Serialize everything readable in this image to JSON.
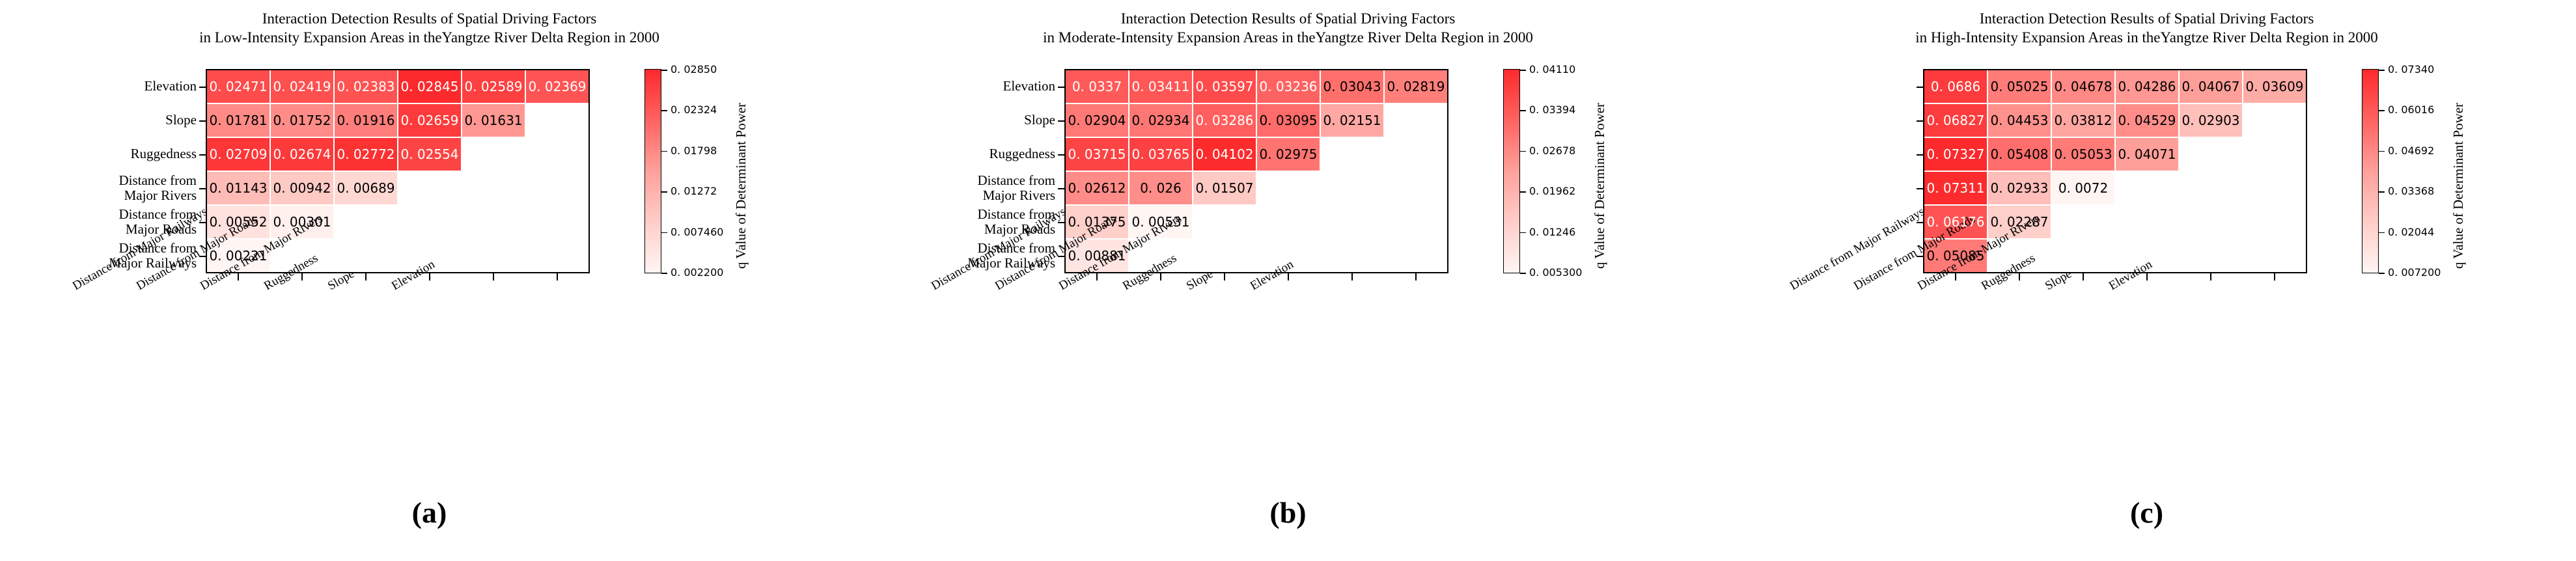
{
  "figure": {
    "panels": [
      {
        "caption": "(a)",
        "title_line1": "Interaction Detection Results of Spatial Driving Factors",
        "title_line2": "in Low-Intensity Expansion Areas in theYangtze River Delta Region in 2000",
        "row_labels": [
          "Elevation",
          "Slope",
          "Ruggedness",
          "Distance from|Major Rivers",
          "Distance from|Major Roads",
          "Distance from|Major Railways"
        ],
        "col_labels": [
          "Distance from Major Railways",
          "Distance from Major Roads",
          "Distance from Major Rivers",
          "Ruggedness",
          "Slope",
          "Elevation"
        ],
        "colorbar": {
          "title": "q Value of Determinant Power",
          "ticks": [
            "0. 02850",
            "0. 02324",
            "0. 01798",
            "0. 01272",
            "0. 007460",
            "0. 002200"
          ],
          "vmin": 0.0022,
          "vmax": 0.0285
        },
        "chart_data": {
          "type": "heatmap",
          "title": "Interaction Detection Results of Spatial Driving Factors in Low-Intensity Expansion Areas in theYangtze River Delta Region in 2000",
          "xlabel": "",
          "ylabel": "",
          "colorbar_label": "q Value of Determinant Power",
          "x": [
            "Distance from Major Railways",
            "Distance from Major Roads",
            "Distance from Major Rivers",
            "Ruggedness",
            "Slope",
            "Elevation"
          ],
          "y": [
            "Elevation",
            "Slope",
            "Ruggedness",
            "Distance from Major Rivers",
            "Distance from Major Roads",
            "Distance from Major Railways"
          ],
          "zmin": 0.0022,
          "zmax": 0.0285,
          "rows": [
            {
              "label": "Elevation",
              "values": [
                0.02471,
                0.02419,
                0.02383,
                0.02845,
                0.02589,
                0.02369
              ],
              "text": [
                "0. 02471",
                "0. 02419",
                "0. 02383",
                "0. 02845",
                "0. 02589",
                "0. 02369"
              ]
            },
            {
              "label": "Slope",
              "values": [
                0.01781,
                0.01752,
                0.01916,
                0.02659,
                0.01631
              ],
              "text": [
                "0. 01781",
                "0. 01752",
                "0. 01916",
                "0. 02659",
                "0. 01631"
              ]
            },
            {
              "label": "Ruggedness",
              "values": [
                0.02709,
                0.02674,
                0.02772,
                0.02554
              ],
              "text": [
                "0. 02709",
                "0. 02674",
                "0. 02772",
                "0. 02554"
              ]
            },
            {
              "label": "Distance from Major Rivers",
              "values": [
                0.01143,
                0.00942,
                0.00689
              ],
              "text": [
                "0. 01143",
                "0. 00942",
                "0. 00689"
              ]
            },
            {
              "label": "Distance from Major Roads",
              "values": [
                0.00552,
                0.00301
              ],
              "text": [
                "0. 00552",
                "0. 00301"
              ]
            },
            {
              "label": "Distance from Major Railways",
              "values": [
                0.00221
              ],
              "text": [
                "0. 00221"
              ]
            }
          ]
        }
      },
      {
        "caption": "(b)",
        "title_line1": "Interaction Detection Results of Spatial Driving Factors",
        "title_line2": "in Moderate-Intensity Expansion Areas in theYangtze River Delta Region in 2000",
        "row_labels": [
          "Elevation",
          "Slope",
          "Ruggedness",
          "Distance from|Major Rivers",
          "Distance from|Major Roads",
          "Distance from|Major Railways"
        ],
        "col_labels": [
          "Distance from Major Railways",
          "Distance from Major Roads",
          "Distance from Major Rivers",
          "Ruggedness",
          "Slope",
          "Elevation"
        ],
        "colorbar": {
          "title": "q Value of Determinant Power",
          "ticks": [
            "0. 04110",
            "0. 03394",
            "0. 02678",
            "0. 01962",
            "0. 01246",
            "0. 005300"
          ],
          "vmin": 0.0053,
          "vmax": 0.0411
        },
        "chart_data": {
          "type": "heatmap",
          "title": "Interaction Detection Results of Spatial Driving Factors in Moderate-Intensity Expansion Areas in theYangtze River Delta Region in 2000",
          "xlabel": "",
          "ylabel": "",
          "colorbar_label": "q Value of Determinant Power",
          "x": [
            "Distance from Major Railways",
            "Distance from Major Roads",
            "Distance from Major Rivers",
            "Ruggedness",
            "Slope",
            "Elevation"
          ],
          "y": [
            "Elevation",
            "Slope",
            "Ruggedness",
            "Distance from Major Rivers",
            "Distance from Major Roads",
            "Distance from Major Railways"
          ],
          "zmin": 0.0053,
          "zmax": 0.0411,
          "rows": [
            {
              "label": "Elevation",
              "values": [
                0.0337,
                0.03411,
                0.03597,
                0.03236,
                0.03043,
                0.02819
              ],
              "text": [
                "0. 0337",
                "0. 03411",
                "0. 03597",
                "0. 03236",
                "0. 03043",
                "0. 02819"
              ]
            },
            {
              "label": "Slope",
              "values": [
                0.02904,
                0.02934,
                0.03286,
                0.03095,
                0.02151
              ],
              "text": [
                "0. 02904",
                "0. 02934",
                "0. 03286",
                "0. 03095",
                "0. 02151"
              ]
            },
            {
              "label": "Ruggedness",
              "values": [
                0.03715,
                0.03765,
                0.04102,
                0.02975
              ],
              "text": [
                "0. 03715",
                "0. 03765",
                "0. 04102",
                "0. 02975"
              ]
            },
            {
              "label": "Distance from Major Rivers",
              "values": [
                0.02612,
                0.026,
                0.01507
              ],
              "text": [
                "0. 02612",
                "0. 026",
                "0. 01507"
              ]
            },
            {
              "label": "Distance from Major Roads",
              "values": [
                0.01375,
                0.00531
              ],
              "text": [
                "0. 01375",
                "0. 00531"
              ]
            },
            {
              "label": "Distance from Major Railways",
              "values": [
                0.00881
              ],
              "text": [
                "0. 00881"
              ]
            }
          ]
        }
      },
      {
        "caption": "(c)",
        "title_line1": "Interaction Detection Results of Spatial Driving Factors",
        "title_line2": "in High-Intensity Expansion Areas in theYangtze River Delta Region in 2000",
        "row_labels": [
          "Elevation",
          "Slope",
          "Ruggedness",
          "Distance from|Major Rivers",
          "Distance from|Major Roads",
          "Distance from|Major Railways"
        ],
        "col_labels": [
          "Distance from Major Railways",
          "Distance from Major Roads",
          "Distance from Major Rivers",
          "Ruggedness",
          "Slope",
          "Elevation"
        ],
        "colorbar": {
          "title": "q Value of Determinant Power",
          "ticks": [
            "0. 07340",
            "0. 06016",
            "0. 04692",
            "0. 03368",
            "0. 02044",
            "0. 007200"
          ],
          "vmin": 0.0072,
          "vmax": 0.0734
        },
        "chart_data": {
          "type": "heatmap",
          "title": "Interaction Detection Results of Spatial Driving Factors in High-Intensity Expansion Areas in theYangtze River Delta Region in 2000",
          "xlabel": "",
          "ylabel": "",
          "colorbar_label": "q Value of Determinant Power",
          "x": [
            "Distance from Major Railways",
            "Distance from Major Roads",
            "Distance from Major Rivers",
            "Ruggedness",
            "Slope",
            "Elevation"
          ],
          "y": [
            "Elevation",
            "Slope",
            "Ruggedness",
            "Distance from Major Rivers",
            "Distance from Major Roads",
            "Distance from Major Railways"
          ],
          "zmin": 0.0072,
          "zmax": 0.0734,
          "rows": [
            {
              "label": "Elevation",
              "values": [
                0.0686,
                0.05025,
                0.04678,
                0.04286,
                0.04067,
                0.03609
              ],
              "text": [
                "0. 0686",
                "0. 05025",
                "0. 04678",
                "0. 04286",
                "0. 04067",
                "0. 03609"
              ]
            },
            {
              "label": "Slope",
              "values": [
                0.06827,
                0.04453,
                0.03812,
                0.04529,
                0.02903
              ],
              "text": [
                "0. 06827",
                "0. 04453",
                "0. 03812",
                "0. 04529",
                "0. 02903"
              ]
            },
            {
              "label": "Ruggedness",
              "values": [
                0.07327,
                0.05408,
                0.05053,
                0.04071
              ],
              "text": [
                "0. 07327",
                "0. 05408",
                "0. 05053",
                "0. 04071"
              ]
            },
            {
              "label": "Distance from Major Rivers",
              "values": [
                0.07311,
                0.02933,
                0.0072
              ],
              "text": [
                "0. 07311",
                "0. 02933",
                "0. 0072"
              ]
            },
            {
              "label": "Distance from Major Roads",
              "values": [
                0.06176,
                0.02287
              ],
              "text": [
                "0. 06176",
                "0. 02287"
              ]
            },
            {
              "label": "Distance from Major Railways",
              "values": [
                0.05085
              ],
              "text": [
                "0. 05085"
              ]
            }
          ]
        }
      }
    ]
  }
}
